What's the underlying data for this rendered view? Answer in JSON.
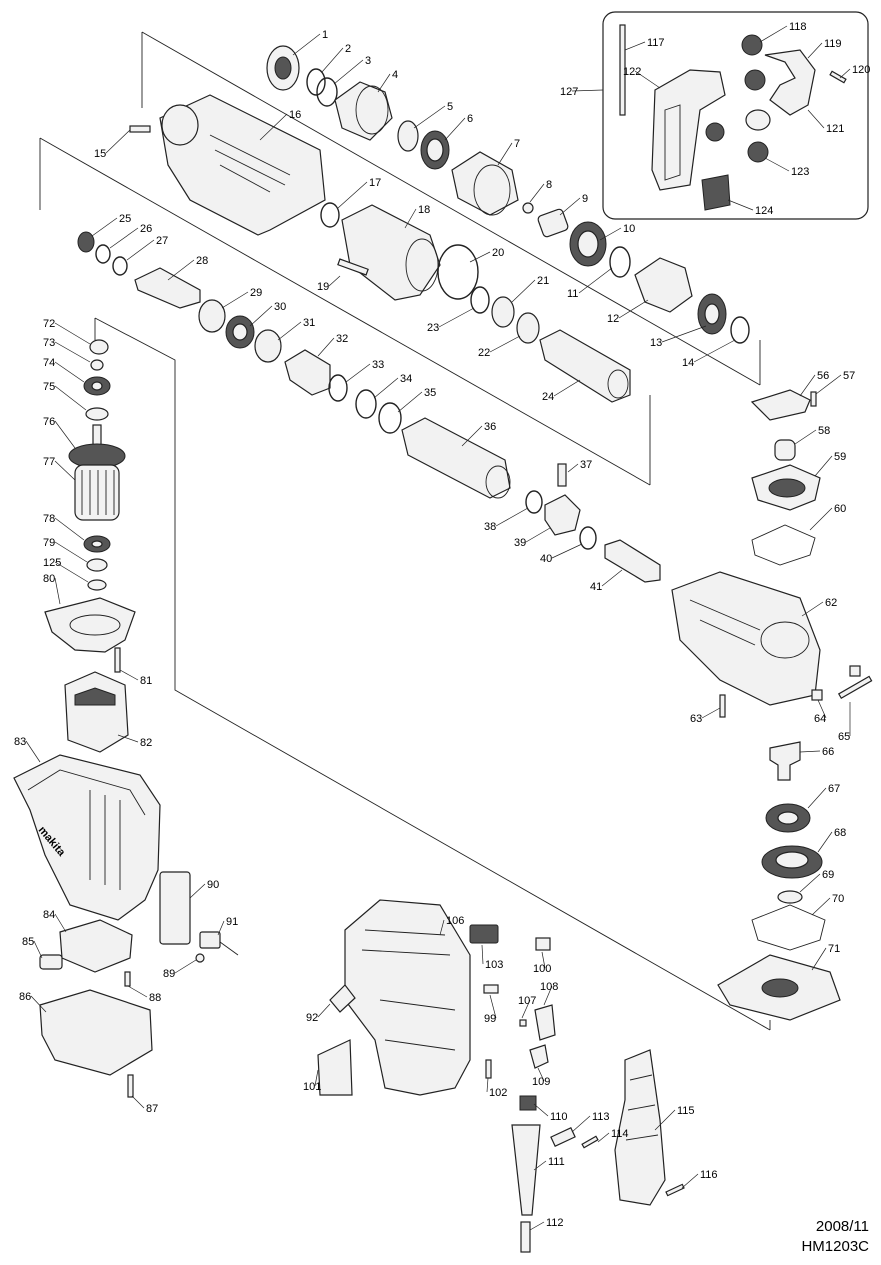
{
  "diagram": {
    "labels": [
      "1",
      "2",
      "3",
      "4",
      "5",
      "6",
      "7",
      "8",
      "9",
      "10",
      "11",
      "12",
      "13",
      "14",
      "15",
      "16",
      "17",
      "18",
      "19",
      "20",
      "21",
      "22",
      "23",
      "24",
      "25",
      "26",
      "27",
      "28",
      "29",
      "30",
      "31",
      "32",
      "33",
      "34",
      "35",
      "36",
      "37",
      "38",
      "39",
      "40",
      "41",
      "56",
      "57",
      "58",
      "59",
      "60",
      "62",
      "63",
      "64",
      "65",
      "66",
      "67",
      "68",
      "69",
      "70",
      "71",
      "72",
      "73",
      "74",
      "75",
      "76",
      "77",
      "78",
      "79",
      "125",
      "80",
      "81",
      "82",
      "83",
      "84",
      "85",
      "86",
      "87",
      "88",
      "89",
      "90",
      "91",
      "92",
      "99",
      "100",
      "101",
      "102",
      "103",
      "106",
      "107",
      "108",
      "109",
      "110",
      "111",
      "112",
      "113",
      "114",
      "115",
      "116",
      "117",
      "118",
      "119",
      "120",
      "121",
      "122",
      "123",
      "124",
      "127"
    ]
  },
  "footer": {
    "date": "2008/11",
    "model": "HM1203C"
  }
}
